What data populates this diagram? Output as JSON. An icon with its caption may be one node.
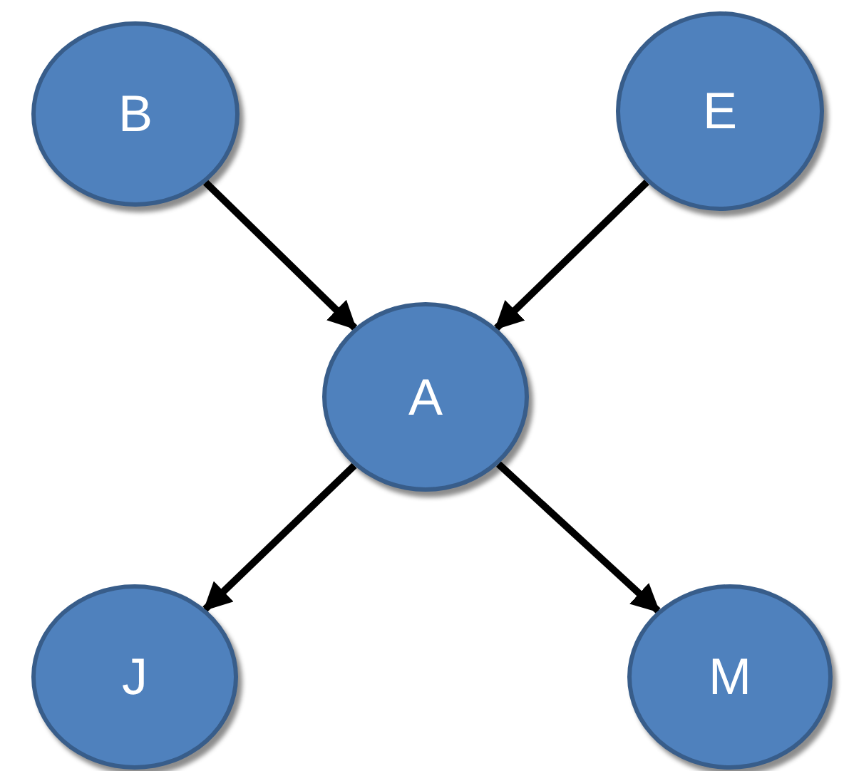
{
  "diagram": {
    "nodes": [
      {
        "text": [
          "B"
        ]
      },
      {
        "text": [
          "E"
        ]
      },
      {
        "text": [
          "A"
        ]
      },
      {
        "text": [
          "J"
        ]
      },
      {
        "text": [
          "M"
        ]
      }
    ],
    "edges": [
      {
        "from": 0,
        "to": 2,
        "arrow": "to"
      },
      {
        "from": 1,
        "to": 2,
        "arrow": "to"
      },
      {
        "from": 2,
        "to": 3,
        "arrow": "to"
      },
      {
        "from": 2,
        "to": 4,
        "arrow": "to"
      }
    ]
  }
}
